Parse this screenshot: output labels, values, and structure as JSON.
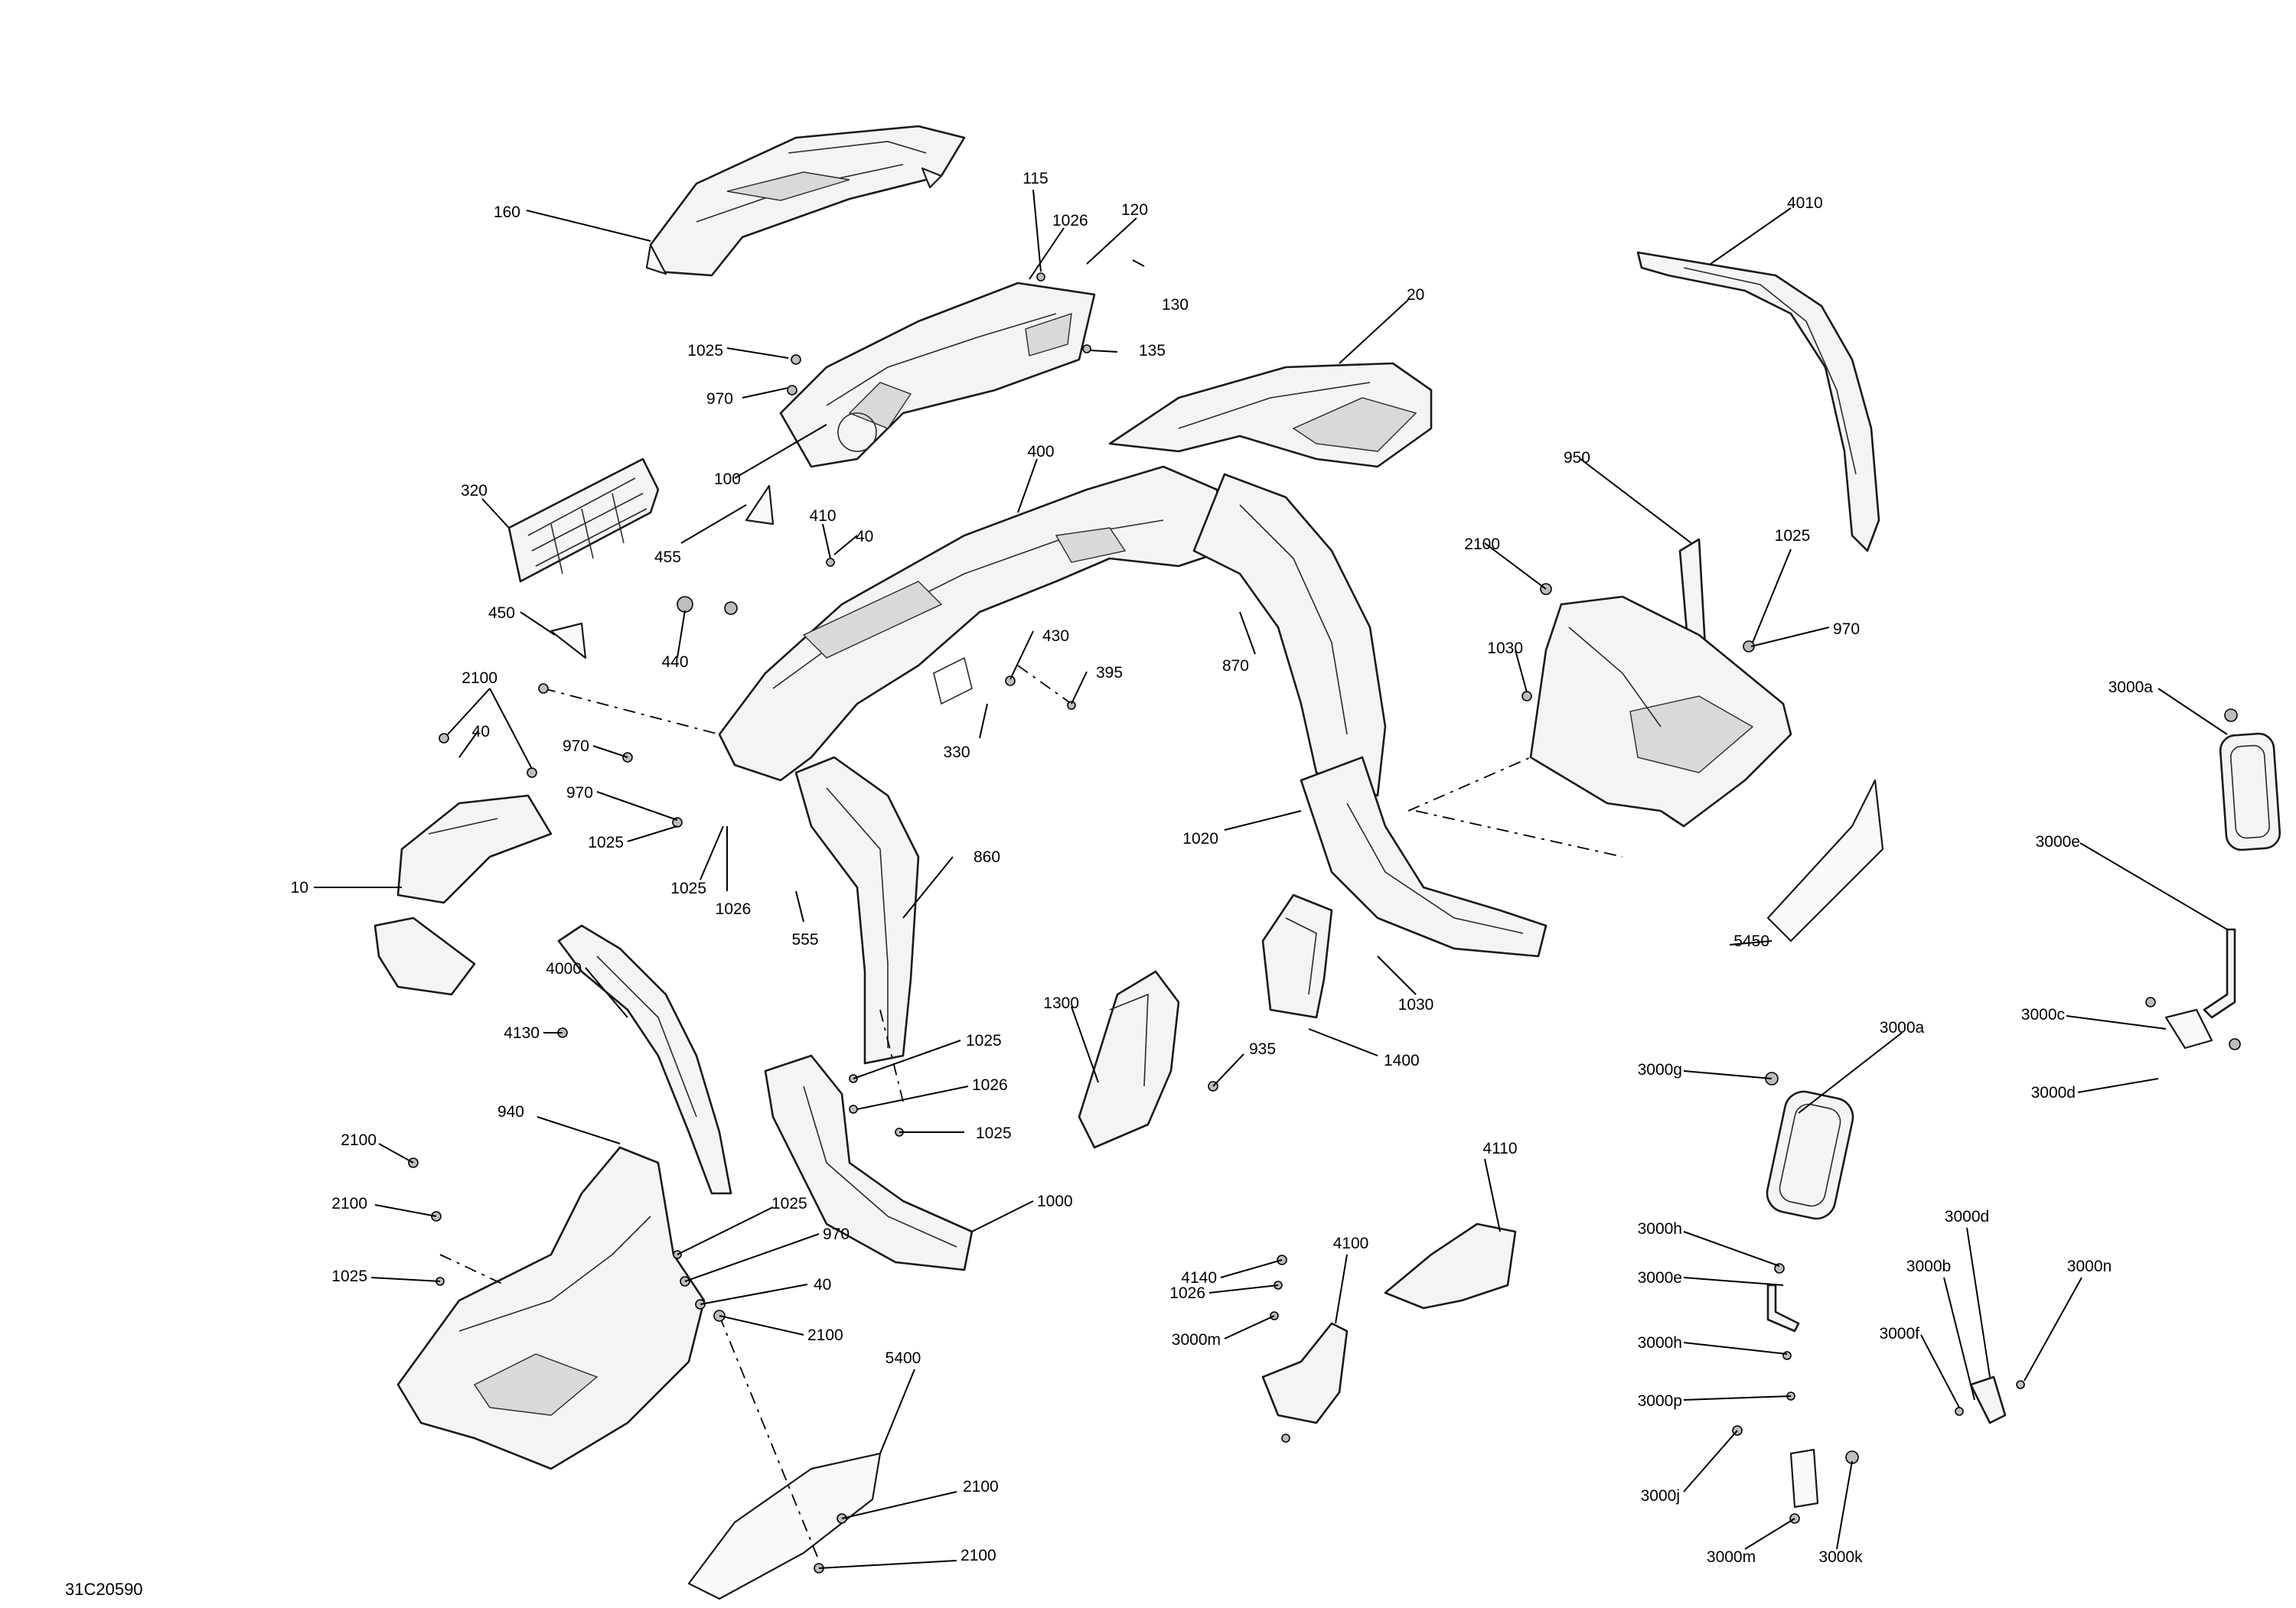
{
  "callouts": {
    "c160": "160",
    "c115": "115",
    "c1026a": "1026",
    "c120": "120",
    "c130": "130",
    "c1025a": "1025",
    "c135": "135",
    "c970a": "970",
    "c100": "100",
    "c20": "20",
    "c4010": "4010",
    "c320": "320",
    "c455": "455",
    "c410": "410",
    "c40a": "40",
    "c400": "400",
    "c950": "950",
    "c2100a": "2100",
    "c1025b": "1025",
    "c450": "450",
    "c440": "440",
    "c430": "430",
    "c395": "395",
    "c870": "870",
    "c970b": "970",
    "c1030a": "1030",
    "c2100b": "2100",
    "c40b": "40",
    "c330": "330",
    "c970c": "970",
    "c970d": "970",
    "c1025c": "1025",
    "c3000a1": "3000a",
    "c10": "10",
    "c1025d": "1025",
    "c1026b": "1026",
    "c555": "555",
    "c860": "860",
    "c1020": "1020",
    "c3000e1": "3000e",
    "c5450": "5450",
    "c4000": "4000",
    "c1300": "1300",
    "c1030b": "1030",
    "c3000c": "3000c",
    "c4130": "4130",
    "c1025e": "1025",
    "c935": "935",
    "c1400": "1400",
    "c3000a2": "3000a",
    "c3000g": "3000g",
    "c3000d1": "3000d",
    "c1026c": "1026",
    "c1025f": "1025",
    "c2100c": "2100",
    "c940": "940",
    "c4110": "4110",
    "c2100d": "2100",
    "c1025g": "1025",
    "c1000": "1000",
    "c970e": "970",
    "c3000h1": "3000h",
    "c3000d2": "3000d",
    "c4140": "4140",
    "c4100": "4100",
    "c1025h": "1025",
    "c40c": "40",
    "c3000e2": "3000e",
    "c3000b": "3000b",
    "c3000n": "3000n",
    "c1026d": "1026",
    "c2100e": "2100",
    "c3000f": "3000f",
    "c3000m1": "3000m",
    "c3000h2": "3000h",
    "c5400": "5400",
    "c3000p": "3000p",
    "c2100f": "2100",
    "c3000j": "3000j",
    "c2100g": "2100",
    "c3000m2": "3000m",
    "c3000k": "3000k"
  },
  "drawing_number": "31C20590"
}
